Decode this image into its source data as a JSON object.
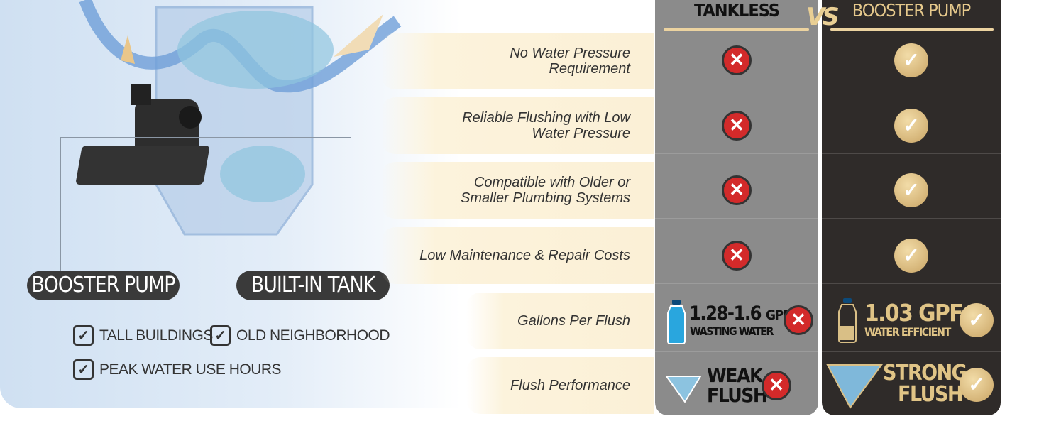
{
  "left": {
    "labels": {
      "pump": "BOOSTER PUMP",
      "tank": "BUILT-IN TANK"
    },
    "checklist": [
      "TALL BUILDINGS",
      "OLD NEIGHBORHOOD",
      "PEAK WATER USE HOURS"
    ]
  },
  "comparison": {
    "columns": {
      "tankless": "TANKLESS",
      "vs": "VS",
      "booster": "BOOSTER PUMP"
    },
    "features": [
      {
        "label": "No Water Pressure Requirement",
        "tankless": "no",
        "booster": "yes"
      },
      {
        "label": "Reliable Flushing with Low Water Pressure",
        "tankless": "no",
        "booster": "yes"
      },
      {
        "label": "Compatible with Older or Smaller Plumbing Systems",
        "tankless": "no",
        "booster": "yes"
      },
      {
        "label": "Low Maintenance & Repair Costs",
        "tankless": "no",
        "booster": "yes"
      },
      {
        "label": "Gallons Per Flush",
        "tankless": "no",
        "booster": "yes"
      },
      {
        "label": "Flush Performance",
        "tankless": "no",
        "booster": "yes"
      }
    ],
    "gpf": {
      "tankless_value": "1.28-1.6",
      "tankless_unit": "GPF",
      "tankless_note": "WASTING WATER",
      "booster_value": "1.03 GPF",
      "booster_note": "WATER EFFICIENT"
    },
    "flush": {
      "tankless_line1": "WEAK",
      "tankless_line2": "FLUSH",
      "booster_line1": "STRONG",
      "booster_line2": "FLUSH"
    }
  },
  "colors": {
    "tankless_bg": "#8b8b8b",
    "booster_bg": "#2f2b29",
    "gold": "#e6c98c",
    "cross": "#d32a2a"
  }
}
